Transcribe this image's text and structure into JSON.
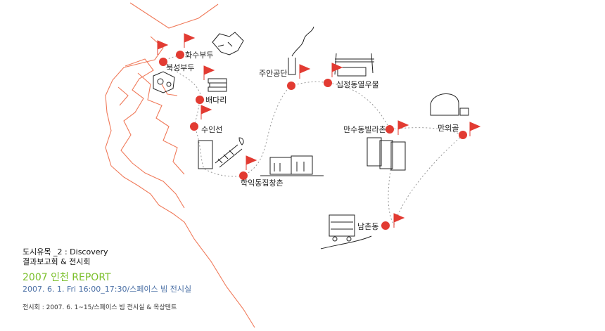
{
  "places": [
    {
      "id": "hwasu",
      "label": "화수부두"
    },
    {
      "id": "bukseong",
      "label": "북성부두"
    },
    {
      "id": "baedari",
      "label": "배다리"
    },
    {
      "id": "suinseon",
      "label": "수인선"
    },
    {
      "id": "haginjeong",
      "label": "학익동집창촌"
    },
    {
      "id": "juan",
      "label": "주안공단"
    },
    {
      "id": "sipjeong",
      "label": "십정동열우물"
    },
    {
      "id": "mansu",
      "label": "만수동빌라촌"
    },
    {
      "id": "manuigol",
      "label": "만의골"
    },
    {
      "id": "namchon",
      "label": "남촌동"
    }
  ],
  "info": {
    "title": "도시유목 _2 : Discovery",
    "subtitle": "결과보고회 & 전시회",
    "report": "2007 인천 REPORT",
    "date": "2007. 6. 1. Fri 16:00_17:30/스페이스 빔 전시실",
    "exhibition": "전시회 : 2007. 6. 1~15/스페이스 빔 전시실 & 옥상텐트"
  },
  "colors": {
    "marker": "#e23b32",
    "flag": "#e23b32",
    "coastline": "#f07a5a",
    "route": "#999999",
    "report": "#7bbf2a",
    "date": "#4a6fa5"
  }
}
